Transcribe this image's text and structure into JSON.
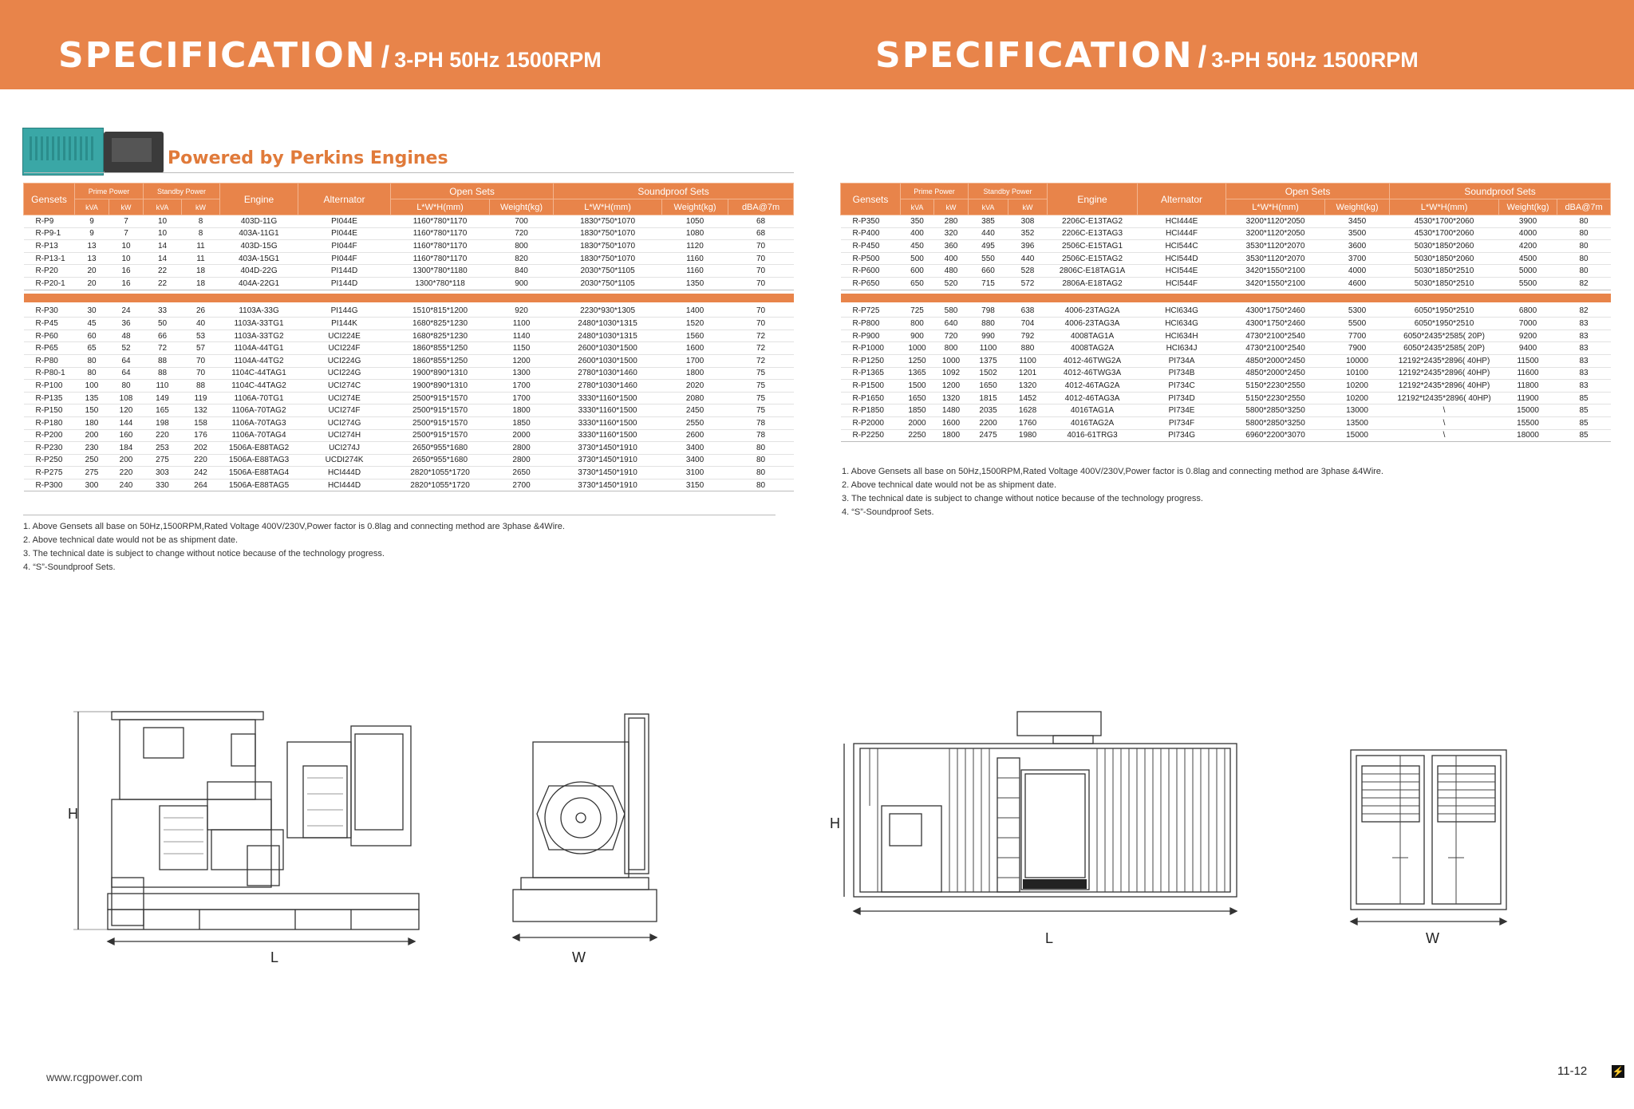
{
  "banner": {
    "left": {
      "main": "SPECIFICATION",
      "sep": "/",
      "sub": "3-PH 50Hz 1500RPM"
    },
    "right": {
      "main": "SPECIFICATION",
      "sep": "/",
      "sub": "3-PH 50Hz 1500RPM"
    }
  },
  "powered_by": "Powered by Perkins Engines",
  "headers": {
    "gensets": "Gensets",
    "prime_power": "Prime Power",
    "standby_power": "Standby Power",
    "kva": "kVA",
    "kw": "kW",
    "engine": "Engine",
    "alternator": "Alternator",
    "open_sets": "Open Sets",
    "soundproof_sets": "Soundproof Sets",
    "lwh": "L*W*H(mm)",
    "weight": "Weight(kg)",
    "dba": "dBA@7m"
  },
  "left_group1": [
    [
      "R-P9",
      "9",
      "7",
      "10",
      "8",
      "403D-11G",
      "PI044E",
      "1160*780*1170",
      "700",
      "1830*750*1070",
      "1050",
      "68"
    ],
    [
      "R-P9-1",
      "9",
      "7",
      "10",
      "8",
      "403A-11G1",
      "PI044E",
      "1160*780*1170",
      "720",
      "1830*750*1070",
      "1080",
      "68"
    ],
    [
      "R-P13",
      "13",
      "10",
      "14",
      "11",
      "403D-15G",
      "PI044F",
      "1160*780*1170",
      "800",
      "1830*750*1070",
      "1120",
      "70"
    ],
    [
      "R-P13-1",
      "13",
      "10",
      "14",
      "11",
      "403A-15G1",
      "PI044F",
      "1160*780*1170",
      "820",
      "1830*750*1070",
      "1160",
      "70"
    ],
    [
      "R-P20",
      "20",
      "16",
      "22",
      "18",
      "404D-22G",
      "PI144D",
      "1300*780*1180",
      "840",
      "2030*750*1105",
      "1160",
      "70"
    ],
    [
      "R-P20-1",
      "20",
      "16",
      "22",
      "18",
      "404A-22G1",
      "PI144D",
      "1300*780*118",
      "900",
      "2030*750*1105",
      "1350",
      "70"
    ]
  ],
  "left_group2": [
    [
      "R-P30",
      "30",
      "24",
      "33",
      "26",
      "1103A-33G",
      "PI144G",
      "1510*815*1200",
      "920",
      "2230*930*1305",
      "1400",
      "70"
    ],
    [
      "R-P45",
      "45",
      "36",
      "50",
      "40",
      "1103A-33TG1",
      "PI144K",
      "1680*825*1230",
      "1100",
      "2480*1030*1315",
      "1520",
      "70"
    ],
    [
      "R-P60",
      "60",
      "48",
      "66",
      "53",
      "1103A-33TG2",
      "UCI224E",
      "1680*825*1230",
      "1140",
      "2480*1030*1315",
      "1560",
      "72"
    ],
    [
      "R-P65",
      "65",
      "52",
      "72",
      "57",
      "1104A-44TG1",
      "UCI224F",
      "1860*855*1250",
      "1150",
      "2600*1030*1500",
      "1600",
      "72"
    ],
    [
      "R-P80",
      "80",
      "64",
      "88",
      "70",
      "1104A-44TG2",
      "UCI224G",
      "1860*855*1250",
      "1200",
      "2600*1030*1500",
      "1700",
      "72"
    ],
    [
      "R-P80-1",
      "80",
      "64",
      "88",
      "70",
      "1104C-44TAG1",
      "UCI224G",
      "1900*890*1310",
      "1300",
      "2780*1030*1460",
      "1800",
      "75"
    ],
    [
      "R-P100",
      "100",
      "80",
      "110",
      "88",
      "1104C-44TAG2",
      "UCI274C",
      "1900*890*1310",
      "1700",
      "2780*1030*1460",
      "2020",
      "75"
    ],
    [
      "R-P135",
      "135",
      "108",
      "149",
      "119",
      "1106A-70TG1",
      "UCI274E",
      "2500*915*1570",
      "1700",
      "3330*1160*1500",
      "2080",
      "75"
    ],
    [
      "R-P150",
      "150",
      "120",
      "165",
      "132",
      "1106A-70TAG2",
      "UCI274F",
      "2500*915*1570",
      "1800",
      "3330*1160*1500",
      "2450",
      "75"
    ],
    [
      "R-P180",
      "180",
      "144",
      "198",
      "158",
      "1106A-70TAG3",
      "UCI274G",
      "2500*915*1570",
      "1850",
      "3330*1160*1500",
      "2550",
      "78"
    ],
    [
      "R-P200",
      "200",
      "160",
      "220",
      "176",
      "1106A-70TAG4",
      "UCI274H",
      "2500*915*1570",
      "2000",
      "3330*1160*1500",
      "2600",
      "78"
    ],
    [
      "R-P230",
      "230",
      "184",
      "253",
      "202",
      "1506A-E88TAG2",
      "UCI274J",
      "2650*955*1680",
      "2800",
      "3730*1450*1910",
      "3400",
      "80"
    ],
    [
      "R-P250",
      "250",
      "200",
      "275",
      "220",
      "1506A-E88TAG3",
      "UCDI274K",
      "2650*955*1680",
      "2800",
      "3730*1450*1910",
      "3400",
      "80"
    ],
    [
      "R-P275",
      "275",
      "220",
      "303",
      "242",
      "1506A-E88TAG4",
      "HCI444D",
      "2820*1055*1720",
      "2650",
      "3730*1450*1910",
      "3100",
      "80"
    ],
    [
      "R-P300",
      "300",
      "240",
      "330",
      "264",
      "1506A-E88TAG5",
      "HCI444D",
      "2820*1055*1720",
      "2700",
      "3730*1450*1910",
      "3150",
      "80"
    ]
  ],
  "right_group1": [
    [
      "R-P350",
      "350",
      "280",
      "385",
      "308",
      "2206C-E13TAG2",
      "HCI444E",
      "3200*1120*2050",
      "3450",
      "4530*1700*2060",
      "3900",
      "80"
    ],
    [
      "R-P400",
      "400",
      "320",
      "440",
      "352",
      "2206C-E13TAG3",
      "HCI444F",
      "3200*1120*2050",
      "3500",
      "4530*1700*2060",
      "4000",
      "80"
    ],
    [
      "R-P450",
      "450",
      "360",
      "495",
      "396",
      "2506C-E15TAG1",
      "HCI544C",
      "3530*1120*2070",
      "3600",
      "5030*1850*2060",
      "4200",
      "80"
    ],
    [
      "R-P500",
      "500",
      "400",
      "550",
      "440",
      "2506C-E15TAG2",
      "HCI544D",
      "3530*1120*2070",
      "3700",
      "5030*1850*2060",
      "4500",
      "80"
    ],
    [
      "R-P600",
      "600",
      "480",
      "660",
      "528",
      "2806C-E18TAG1A",
      "HCI544E",
      "3420*1550*2100",
      "4000",
      "5030*1850*2510",
      "5000",
      "80"
    ],
    [
      "R-P650",
      "650",
      "520",
      "715",
      "572",
      "2806A-E18TAG2",
      "HCI544F",
      "3420*1550*2100",
      "4600",
      "5030*1850*2510",
      "5500",
      "82"
    ]
  ],
  "right_group2": [
    [
      "R-P725",
      "725",
      "580",
      "798",
      "638",
      "4006-23TAG2A",
      "HCI634G",
      "4300*1750*2460",
      "5300",
      "6050*1950*2510",
      "6800",
      "82"
    ],
    [
      "R-P800",
      "800",
      "640",
      "880",
      "704",
      "4006-23TAG3A",
      "HCI634G",
      "4300*1750*2460",
      "5500",
      "6050*1950*2510",
      "7000",
      "83"
    ],
    [
      "R-P900",
      "900",
      "720",
      "990",
      "792",
      "4008TAG1A",
      "HCI634H",
      "4730*2100*2540",
      "7700",
      "6050*2435*2585( 20P)",
      "9200",
      "83"
    ],
    [
      "R-P1000",
      "1000",
      "800",
      "1100",
      "880",
      "4008TAG2A",
      "HCI634J",
      "4730*2100*2540",
      "7900",
      "6050*2435*2585( 20P)",
      "9400",
      "83"
    ],
    [
      "R-P1250",
      "1250",
      "1000",
      "1375",
      "1100",
      "4012-46TWG2A",
      "PI734A",
      "4850*2000*2450",
      "10000",
      "12192*2435*2896( 40HP)",
      "11500",
      "83"
    ],
    [
      "R-P1365",
      "1365",
      "1092",
      "1502",
      "1201",
      "4012-46TWG3A",
      "PI734B",
      "4850*2000*2450",
      "10100",
      "12192*2435*2896( 40HP)",
      "11600",
      "83"
    ],
    [
      "R-P1500",
      "1500",
      "1200",
      "1650",
      "1320",
      "4012-46TAG2A",
      "PI734C",
      "5150*2230*2550",
      "10200",
      "12192*2435*2896( 40HP)",
      "11800",
      "83"
    ],
    [
      "R-P1650",
      "1650",
      "1320",
      "1815",
      "1452",
      "4012-46TAG3A",
      "PI734D",
      "5150*2230*2550",
      "10200",
      "12192*t2435*2896( 40HP)",
      "11900",
      "85"
    ],
    [
      "R-P1850",
      "1850",
      "1480",
      "2035",
      "1628",
      "4016TAG1A",
      "PI734E",
      "5800*2850*3250",
      "13000",
      "\\",
      "15000",
      "85"
    ],
    [
      "R-P2000",
      "2000",
      "1600",
      "2200",
      "1760",
      "4016TAG2A",
      "PI734F",
      "5800*2850*3250",
      "13500",
      "\\",
      "15500",
      "85"
    ],
    [
      "R-P2250",
      "2250",
      "1800",
      "2475",
      "1980",
      "4016-61TRG3",
      "PI734G",
      "6960*2200*3070",
      "15000",
      "\\",
      "18000",
      "85"
    ]
  ],
  "notes_left": [
    "1. Above Gensets all base on 50Hz,1500RPM,Rated Voltage 400V/230V,Power factor is 0.8lag and connecting method are 3phase &4Wire.",
    "2. Above technical date would not be as shipment date.",
    "3. The technical date is subject to change without notice because of the technology progress.",
    "4. “S”-Soundproof Sets."
  ],
  "notes_right": [
    "1. Above Gensets all base on 50Hz,1500RPM,Rated Voltage 400V/230V,Power factor is 0.8lag and connecting method are 3phase &4Wire.",
    "2. Above technical date would not be as shipment date.",
    "3. The technical date is subject to change without notice because of the technology progress.",
    "4. “S”-Soundproof Sets."
  ],
  "dims": {
    "h": "H",
    "l": "L",
    "w": "W"
  },
  "footer": {
    "url": "www.rcgpower.com",
    "page": "11-12"
  }
}
